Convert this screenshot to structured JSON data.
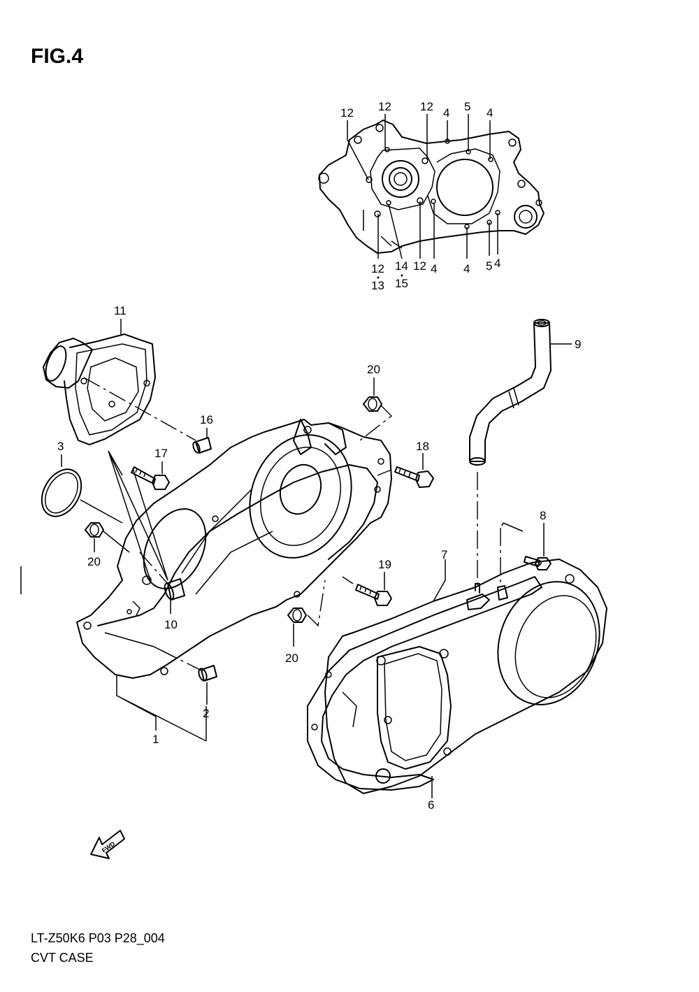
{
  "figure": {
    "title": "FIG.4"
  },
  "footer": {
    "code": "LT-Z50K6 P03 P28_004",
    "name": "CVT CASE"
  },
  "fwd_label": "FWD",
  "callouts": {
    "inset": [
      {
        "id": "i12a",
        "text": "12"
      },
      {
        "id": "i12b",
        "text": "12"
      },
      {
        "id": "i12c",
        "text": "12"
      },
      {
        "id": "i4a",
        "text": "4"
      },
      {
        "id": "i5a",
        "text": "5"
      },
      {
        "id": "i4b",
        "text": "4"
      },
      {
        "id": "i12d",
        "text": "12"
      },
      {
        "id": "i13",
        "text": "13"
      },
      {
        "id": "i14",
        "text": "14"
      },
      {
        "id": "i15",
        "text": "15"
      },
      {
        "id": "i12e",
        "text": "12"
      },
      {
        "id": "i4c",
        "text": "4"
      },
      {
        "id": "i4d",
        "text": "4"
      },
      {
        "id": "i5b",
        "text": "5"
      },
      {
        "id": "i4e",
        "text": "4"
      }
    ],
    "main": [
      {
        "id": "m11",
        "text": "11"
      },
      {
        "id": "m9",
        "text": "9"
      },
      {
        "id": "m20a",
        "text": "20"
      },
      {
        "id": "m16",
        "text": "16"
      },
      {
        "id": "m3",
        "text": "3"
      },
      {
        "id": "m17",
        "text": "17"
      },
      {
        "id": "m18",
        "text": "18"
      },
      {
        "id": "m8",
        "text": "8"
      },
      {
        "id": "m20b",
        "text": "20"
      },
      {
        "id": "m7",
        "text": "7"
      },
      {
        "id": "m19",
        "text": "19"
      },
      {
        "id": "m10",
        "text": "10"
      },
      {
        "id": "m20c",
        "text": "20"
      },
      {
        "id": "m2",
        "text": "2"
      },
      {
        "id": "m1",
        "text": "1"
      },
      {
        "id": "m6",
        "text": "6"
      }
    ]
  }
}
